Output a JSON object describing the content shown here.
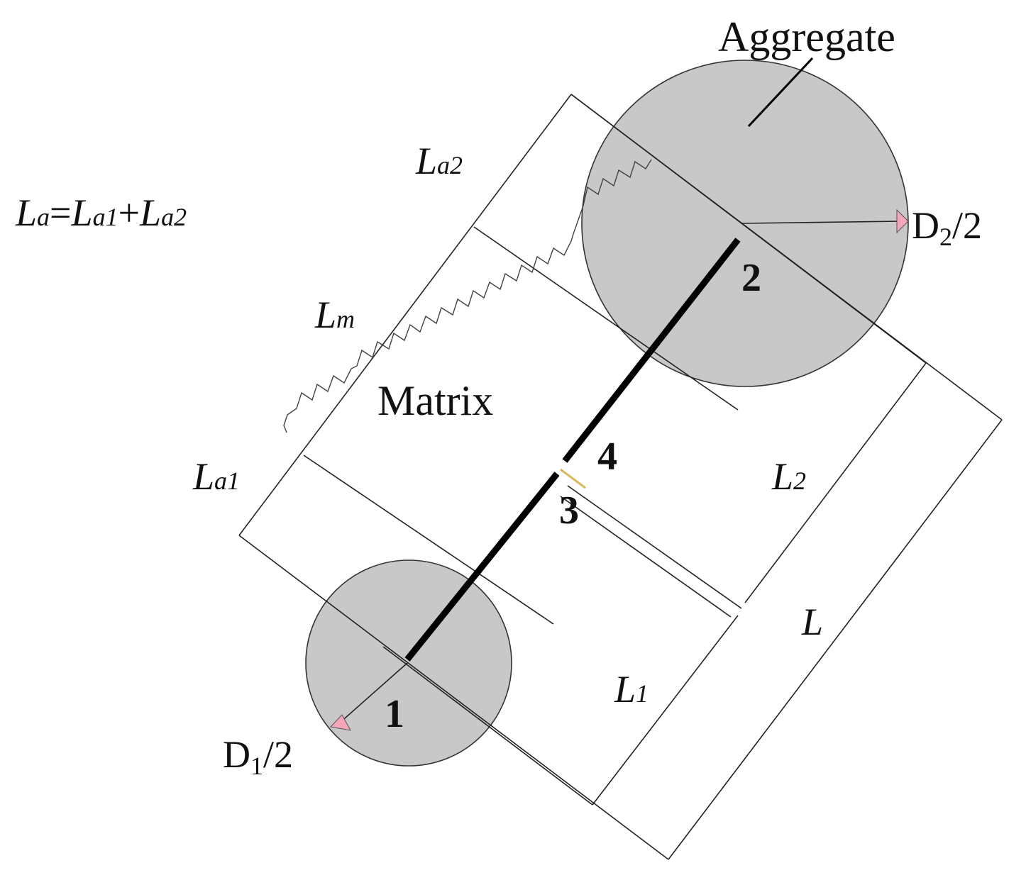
{
  "labels": {
    "aggregate": "Aggregate",
    "matrix": "Matrix",
    "formula": {
      "L": "L",
      "sub_a": "a",
      "eq": "=",
      "sub_a1": "a1",
      "plus": "+",
      "sub_a2": "a2"
    },
    "La2": {
      "L": "L",
      "sub": "a2"
    },
    "Lm": {
      "L": "L",
      "sub": "m"
    },
    "La1": {
      "L": "L",
      "sub": "a1"
    },
    "L2": {
      "L": "L",
      "sub": "2"
    },
    "L1": {
      "L": "L",
      "sub": "1"
    },
    "L": "L",
    "D2": {
      "D": "D",
      "sub": "2",
      "rest": "/2"
    },
    "D1": {
      "D": "D",
      "sub": "1",
      "rest": "/2"
    },
    "node1": "1",
    "node2": "2",
    "node3": "3",
    "node4": "4"
  },
  "colors": {
    "aggregate_fill": "#c8c8c8",
    "arrow_fill": "#f4a6b8",
    "line": "#222222",
    "bond": "#000000"
  }
}
